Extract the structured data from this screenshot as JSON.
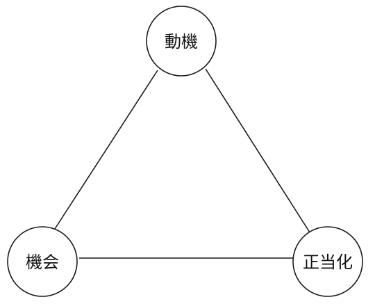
{
  "diagram": {
    "nodes": {
      "top": {
        "label": "動機"
      },
      "left": {
        "label": "機会"
      },
      "right": {
        "label": "正当化"
      }
    },
    "edges": [
      {
        "from": "top",
        "to": "left"
      },
      {
        "from": "top",
        "to": "right"
      },
      {
        "from": "left",
        "to": "right"
      }
    ]
  }
}
